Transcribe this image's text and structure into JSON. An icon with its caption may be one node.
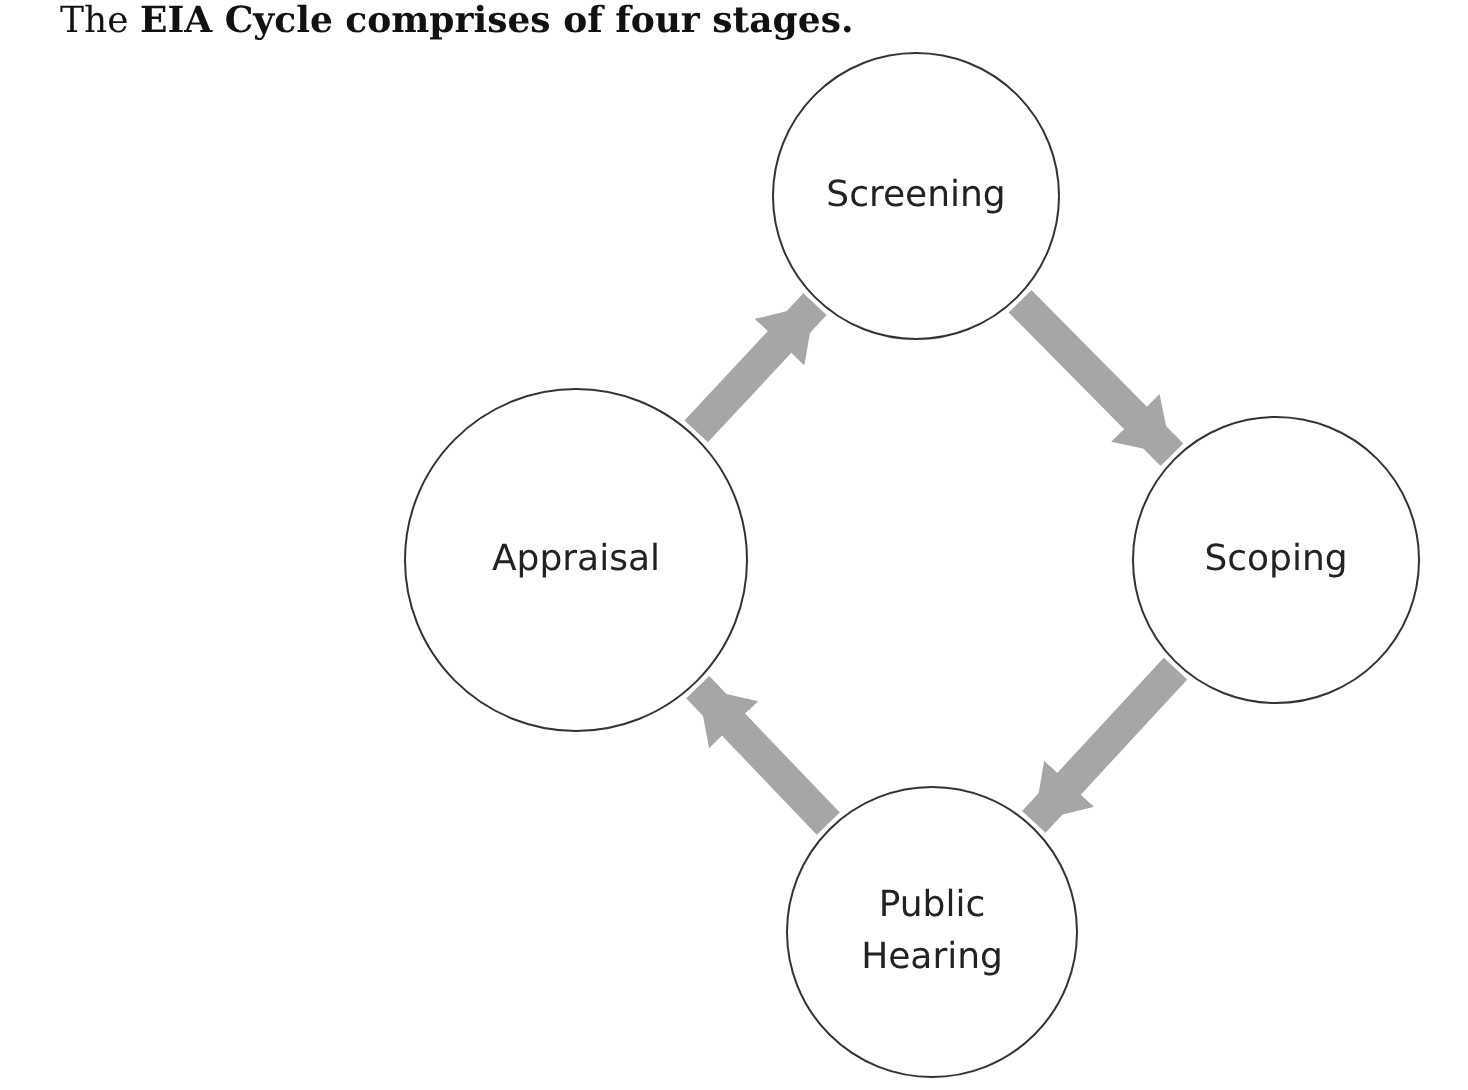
{
  "diagram": {
    "title": "The **EIA Cycle comprises of four stages.**",
    "nodes": [
      {
        "text": [
          "Screening"
        ]
      },
      {
        "text": [
          "Scoping"
        ]
      },
      {
        "text": [
          "Public Hearing"
        ]
      },
      {
        "text": [
          "Appraisal"
        ]
      }
    ],
    "edges": [
      {
        "from": 0,
        "to": 1,
        "arrow": "to"
      },
      {
        "from": 1,
        "to": 2,
        "arrow": "to"
      },
      {
        "from": 2,
        "to": 3,
        "arrow": "to"
      },
      {
        "from": 3,
        "to": 0,
        "arrow": "to"
      }
    ]
  }
}
